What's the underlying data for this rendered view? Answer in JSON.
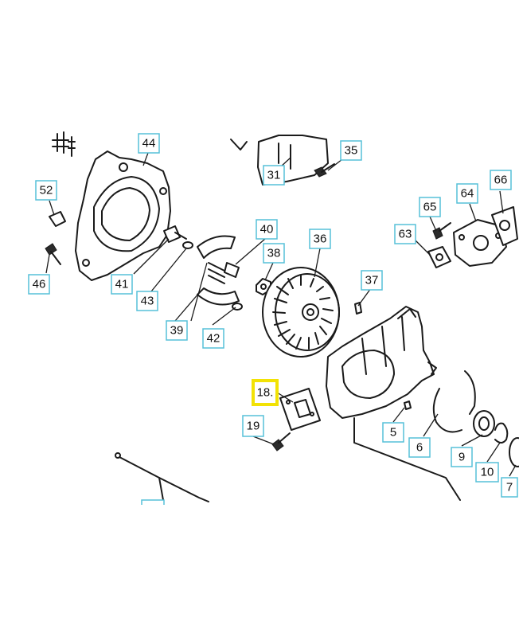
{
  "colors": {
    "callout_border": "#56c0d8",
    "highlight_border": "#f2e205",
    "line": "#1a1a1a",
    "background": "#ffffff"
  },
  "callouts": [
    {
      "id": "44",
      "label": "44",
      "highlighted": false
    },
    {
      "id": "31",
      "label": "31",
      "highlighted": false
    },
    {
      "id": "35",
      "label": "35",
      "highlighted": false
    },
    {
      "id": "52",
      "label": "52",
      "highlighted": false
    },
    {
      "id": "46",
      "label": "46",
      "highlighted": false
    },
    {
      "id": "41",
      "label": "41",
      "highlighted": false
    },
    {
      "id": "43",
      "label": "43",
      "highlighted": false
    },
    {
      "id": "40",
      "label": "40",
      "highlighted": false
    },
    {
      "id": "38",
      "label": "38",
      "highlighted": false
    },
    {
      "id": "36",
      "label": "36",
      "highlighted": false
    },
    {
      "id": "39",
      "label": "39",
      "highlighted": false
    },
    {
      "id": "42",
      "label": "42",
      "highlighted": false
    },
    {
      "id": "37",
      "label": "37",
      "highlighted": false
    },
    {
      "id": "65",
      "label": "65",
      "highlighted": false
    },
    {
      "id": "64",
      "label": "64",
      "highlighted": false
    },
    {
      "id": "66",
      "label": "66",
      "highlighted": false
    },
    {
      "id": "63",
      "label": "63",
      "highlighted": false
    },
    {
      "id": "18",
      "label": "18.",
      "highlighted": true
    },
    {
      "id": "19",
      "label": "19",
      "highlighted": false
    },
    {
      "id": "5",
      "label": "5",
      "highlighted": false
    },
    {
      "id": "6",
      "label": "6",
      "highlighted": false
    },
    {
      "id": "9",
      "label": "9",
      "highlighted": false
    },
    {
      "id": "10",
      "label": "10",
      "highlighted": false
    },
    {
      "id": "7",
      "label": "7",
      "highlighted": false
    }
  ]
}
